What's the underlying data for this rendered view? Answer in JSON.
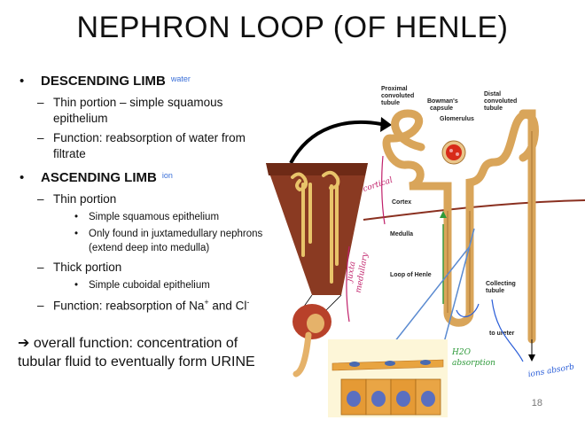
{
  "title": "NEPHRON LOOP (OF HENLE)",
  "descending": {
    "heading": "DESCENDING LIMB",
    "note": "water",
    "items": [
      "Thin portion – simple squamous epithelium",
      "Function: reabsorption of water from filtrate"
    ]
  },
  "ascending": {
    "heading": "ASCENDING LIMB",
    "note": "ion",
    "thin": "Thin portion",
    "thin_sub": [
      "Simple squamous epithelium",
      "Only found in juxtamedullary nephrons (extend deep into medulla)"
    ],
    "thick": "Thick portion",
    "thick_sub": [
      "Simple cuboidal epithelium"
    ],
    "function_text": "Function: reabsorption of Na",
    "function_sup": "+",
    "function_and": " and Cl",
    "function_sup2": "-"
  },
  "overall": {
    "arrow": "➔",
    "text": " overall function: concentration of tubular fluid to eventually form URINE"
  },
  "diagram": {
    "labels": {
      "proximal_line1": "Proximal",
      "proximal_line2": "convoluted",
      "proximal_line3": "tubule",
      "bowmans_line1": "Bowman's",
      "bowmans_line2": "capsule",
      "glomerulus": "Glomerulus",
      "distal_line1": "Distal",
      "distal_line2": "convoluted",
      "distal_line3": "tubule",
      "cortex": "Cortex",
      "medulla": "Medulla",
      "loop": "Loop of Henle",
      "collecting_line1": "Collecting",
      "collecting_line2": "tubule",
      "ureter": "to ureter"
    },
    "annotations": {
      "cortical": "cortical",
      "juxta_line1": "juxta",
      "juxta_line2": "medullary",
      "h2o_line1": "H2O",
      "h2o_line2": "absorption",
      "ions": "ions absorb"
    },
    "colors": {
      "tubule": "#d9a55a",
      "tubule_dark": "#a87433",
      "kidney": "#8a3a22",
      "annotation_pink": "#c0206a",
      "annotation_blue": "#2a5dd8",
      "annotation_green": "#2e9a3a"
    }
  },
  "page_number": "18"
}
